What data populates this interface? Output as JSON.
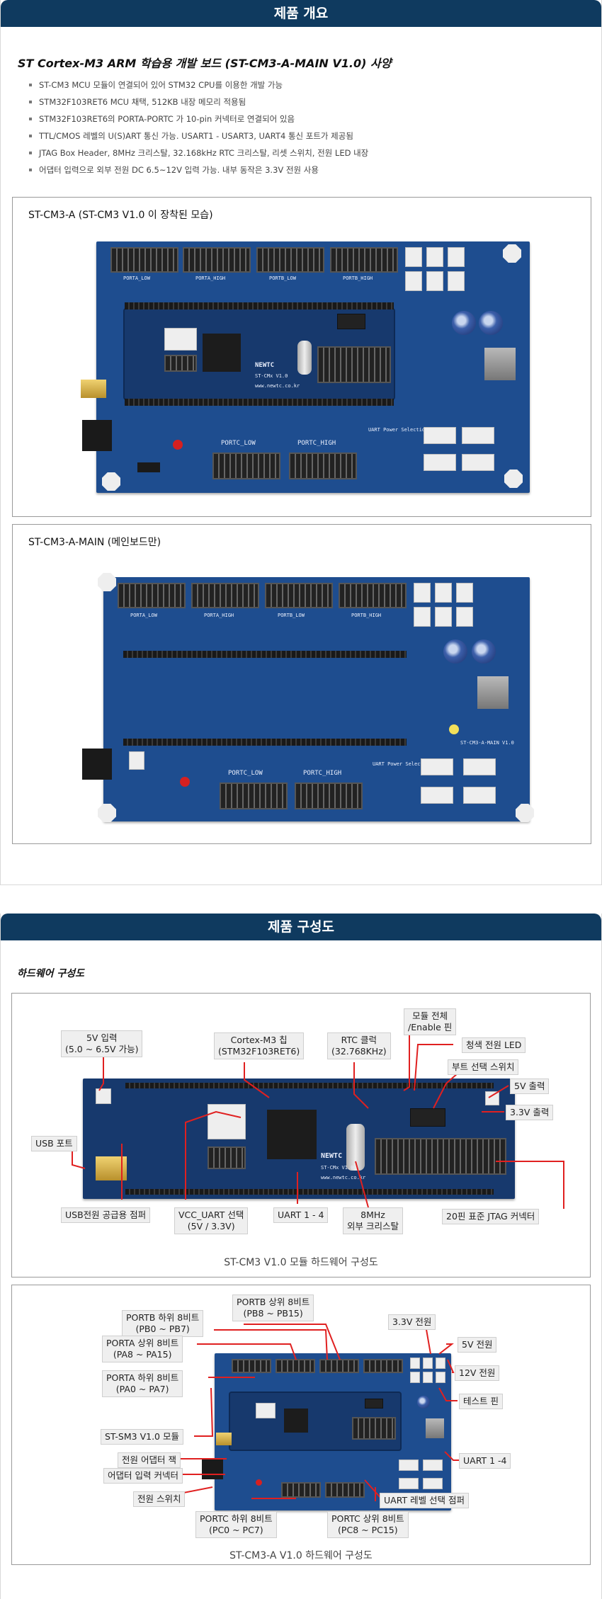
{
  "overview": {
    "header": "제품 개요",
    "title": "ST Cortex-M3 ARM 학습용 개발 보드 (ST-CM3-A-MAIN V1.0) 사양",
    "bullets": [
      "ST-CM3 MCU 모듈이 연결되어 있어 STM32 CPU를 이용한 개발 가능",
      "STM32F103RET6 MCU 채택, 512KB 내장 메모리 적용됨",
      "STM32F103RET6의 PORTA-PORTC 가 10-pin 커넥터로 연결되어 있음",
      "TTL/CMOS 레벨의 U(S)ART 통신 가능. USART1 - USART3, UART4 통신 포트가 제공됨",
      "JTAG Box Header, 8MHz 크리스탈, 32.168kHz RTC 크리스탈, 리셋 스위치, 전원 LED 내장",
      "어댑터 입력으로 외부 전원 DC 6.5~12V 입력 가능. 내부 동작은 3.3V 전원 사용"
    ],
    "photo1_caption": "ST-CM3-A  (ST-CM3 V1.0 이 장착된 모습)",
    "photo2_caption": "ST-CM3-A-MAIN (메인보드만)"
  },
  "board_silk": {
    "porta_low": "PORTA_LOW",
    "porta_high": "PORTA_HIGH",
    "portb_low": "PORTB_LOW",
    "portb_high": "PORTB_HIGH",
    "portc_low": "PORTC_LOW",
    "portc_high": "PORTC_HIGH",
    "uart_power": "UART Power Selection",
    "brand": "NEWTC",
    "module_name": "ST-CMx V1.0",
    "site": "www.newtc.co.kr",
    "main_name": "ST-CM3-A-MAIN V1.0"
  },
  "composition": {
    "header": "제품 구성도",
    "subtitle": "하드웨어 구성도",
    "module_callouts": {
      "power_5v_in": "5V 입력\n(5.0 ~ 6.5V 가능)",
      "cortex_chip": "Cortex-M3 칩\n(STM32F103RET6)",
      "rtc_clock": "RTC 클럭\n(32.768KHz)",
      "enable_pin": "모듈 전체\n/Enable 핀",
      "blue_led": "청색 전원 LED",
      "boot_switch": "부트 선택 스위치",
      "out_5v": "5V 출력",
      "out_33v": "3.3V 출력",
      "usb_port": "USB 포트",
      "usb_jumper": "USB전원 공급용 점퍼",
      "vcc_uart": "VCC_UART 선택\n(5V / 3.3V)",
      "uart_1_4": "UART 1 - 4",
      "crystal_8mhz": "8MHz\n외부 크리스탈",
      "jtag_20": "20핀 표준 JTAG 커넥터"
    },
    "module_caption": "ST-CM3 V1.0 모듈 하드웨어 구성도",
    "board_callouts": {
      "portb_high": "PORTB 상위 8비트\n(PB8 ~ PB15)",
      "portb_low": "PORTB 하위 8비트\n(PB0 ~ PB7)",
      "porta_high": "PORTA 상위 8비트\n(PA8 ~ PA15)",
      "porta_low": "PORTA 하위 8비트\n(PA0 ~ PA7)",
      "st_module": "ST-SM3 V1.0 모듈",
      "adapter_jack": "전원 어댑터 잭",
      "adapter_conn": "어댑터 입력 커넥터",
      "power_switch": "전원 스위치",
      "portc_low": "PORTC 하위 8비트\n(PC0 ~ PC7)",
      "portc_high": "PORTC 상위 8비트\n(PC8 ~ PC15)",
      "power_33v": "3.3V 전원",
      "power_5v": "5V 전원",
      "power_12v": "12V 전원",
      "test_pin": "테스트 핀",
      "uart_1_4": "UART 1 -4",
      "uart_level": "UART 레벨 선택 점퍼"
    },
    "board_caption": "ST-CM3-A V1.0 하드웨어 구성도"
  },
  "colors": {
    "header_bg": "#0f3a5f",
    "board_blue": "#1e4d8f",
    "leader_red": "#e02020"
  }
}
